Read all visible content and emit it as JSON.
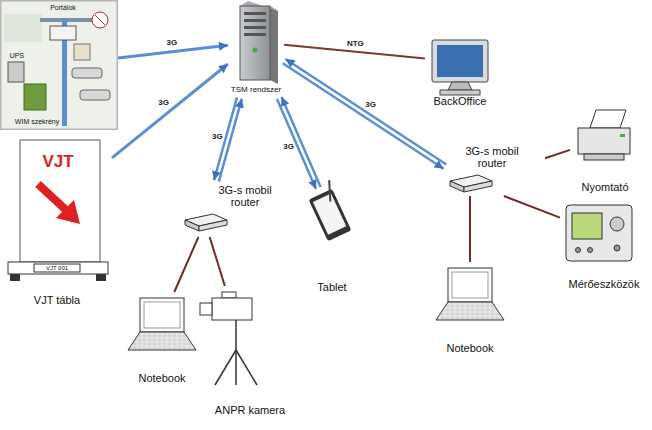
{
  "diagram": {
    "nodes": [
      {
        "text": [
          "Portálok",
          "UPS",
          "WIM szekrény"
        ]
      },
      {
        "text": [
          "TSM rendszer"
        ]
      },
      {
        "text": [
          "BackOffice"
        ]
      },
      {
        "text": [
          "VJT",
          "VJT 001",
          "VJT tábla"
        ]
      },
      {
        "text": [
          "3G-s mobil router"
        ]
      },
      {
        "text": [
          "Tablet"
        ]
      },
      {
        "text": [
          "3G-s mobil router"
        ]
      },
      {
        "text": [
          "Nyomtató"
        ]
      },
      {
        "text": [
          "Mérőeszközök"
        ]
      },
      {
        "text": [
          "Notebook"
        ]
      },
      {
        "text": [
          "ANPR kamera"
        ]
      },
      {
        "text": [
          "Notebook"
        ]
      }
    ],
    "edges": [
      {
        "from": 0,
        "to": 1,
        "label": "3G",
        "arrow": "to"
      },
      {
        "from": 1,
        "to": 2,
        "label": "NTG",
        "arrow": "none"
      },
      {
        "from": 3,
        "to": 1,
        "label": "3G",
        "arrow": "to"
      },
      {
        "from": 1,
        "to": 4,
        "label": "3G",
        "arrow": "both"
      },
      {
        "from": 1,
        "to": 5,
        "label": "3G",
        "arrow": "both"
      },
      {
        "from": 1,
        "to": 6,
        "label": "3G",
        "arrow": "both"
      },
      {
        "from": 4,
        "to": 9,
        "arrow": "none"
      },
      {
        "from": 4,
        "to": 10,
        "arrow": "none"
      },
      {
        "from": 6,
        "to": 7,
        "arrow": "none"
      },
      {
        "from": 6,
        "to": 8,
        "arrow": "none"
      },
      {
        "from": 6,
        "to": 11,
        "arrow": "none"
      }
    ]
  }
}
